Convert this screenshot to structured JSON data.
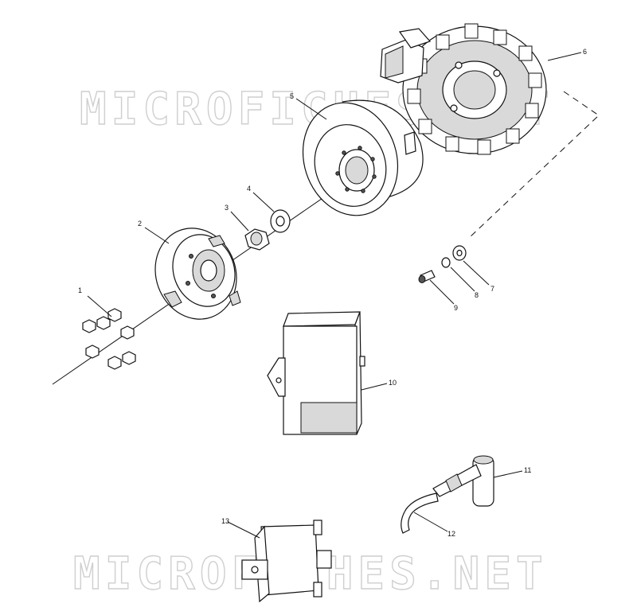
{
  "watermark": {
    "top_text": "MICROFICHES.NET",
    "bottom_text": "MICROFICHES.NET"
  },
  "callouts": [
    {
      "id": "c1",
      "label": "1"
    },
    {
      "id": "c2",
      "label": "2"
    },
    {
      "id": "c3",
      "label": "3"
    },
    {
      "id": "c4",
      "label": "4"
    },
    {
      "id": "c5",
      "label": "5"
    },
    {
      "id": "c6",
      "label": "6"
    },
    {
      "id": "c7",
      "label": "7"
    },
    {
      "id": "c8",
      "label": "8"
    },
    {
      "id": "c9",
      "label": "9"
    },
    {
      "id": "c10",
      "label": "10"
    },
    {
      "id": "c11",
      "label": "11"
    },
    {
      "id": "c12",
      "label": "12"
    },
    {
      "id": "c13",
      "label": "13"
    }
  ]
}
